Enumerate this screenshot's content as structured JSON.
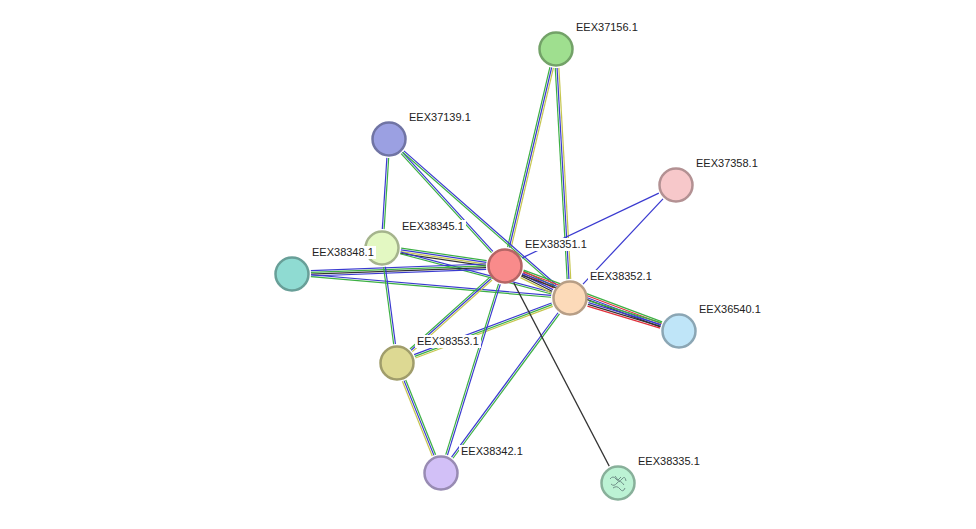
{
  "diagram": {
    "nodes": [
      {
        "text": [
          "EEX37156.1"
        ]
      },
      {
        "text": [
          "EEX37139.1"
        ]
      },
      {
        "text": [
          "EEX37358.1"
        ]
      },
      {
        "text": [
          "EEX38345.1"
        ]
      },
      {
        "text": [
          "EEX38348.1"
        ]
      },
      {
        "text": [
          "EEX38351.1"
        ]
      },
      {
        "text": [
          "EEX38352.1"
        ]
      },
      {
        "text": [
          "EEX36540.1"
        ]
      },
      {
        "text": [
          "EEX38353.1"
        ]
      },
      {
        "text": [
          "EEX38342.1"
        ]
      },
      {
        "text": [
          "EEX38335.1"
        ]
      }
    ],
    "edges": [
      {
        "from": 5,
        "to": 0,
        "arrow": "none"
      },
      {
        "from": 6,
        "to": 0,
        "arrow": "none"
      },
      {
        "from": 1,
        "to": 5,
        "arrow": "none"
      },
      {
        "from": 1,
        "to": 6,
        "arrow": "none"
      },
      {
        "from": 1,
        "to": 3,
        "arrow": "none"
      },
      {
        "from": 2,
        "to": 5,
        "arrow": "none"
      },
      {
        "from": 2,
        "to": 6,
        "arrow": "none"
      },
      {
        "from": 3,
        "to": 5,
        "arrow": "none"
      },
      {
        "from": 3,
        "to": 6,
        "arrow": "none"
      },
      {
        "from": 4,
        "to": 5,
        "arrow": "none"
      },
      {
        "from": 4,
        "to": 6,
        "arrow": "none"
      },
      {
        "from": 5,
        "to": 6,
        "arrow": "none"
      },
      {
        "from": 5,
        "to": 7,
        "arrow": "none"
      },
      {
        "from": 6,
        "to": 7,
        "arrow": "none"
      },
      {
        "from": 5,
        "to": 8,
        "arrow": "none"
      },
      {
        "from": 6,
        "to": 8,
        "arrow": "none"
      },
      {
        "from": 3,
        "to": 8,
        "arrow": "none"
      },
      {
        "from": 8,
        "to": 9,
        "arrow": "none"
      },
      {
        "from": 5,
        "to": 9,
        "arrow": "none"
      },
      {
        "from": 6,
        "to": 9,
        "arrow": "none"
      },
      {
        "from": 5,
        "to": 10,
        "arrow": "none"
      }
    ]
  }
}
